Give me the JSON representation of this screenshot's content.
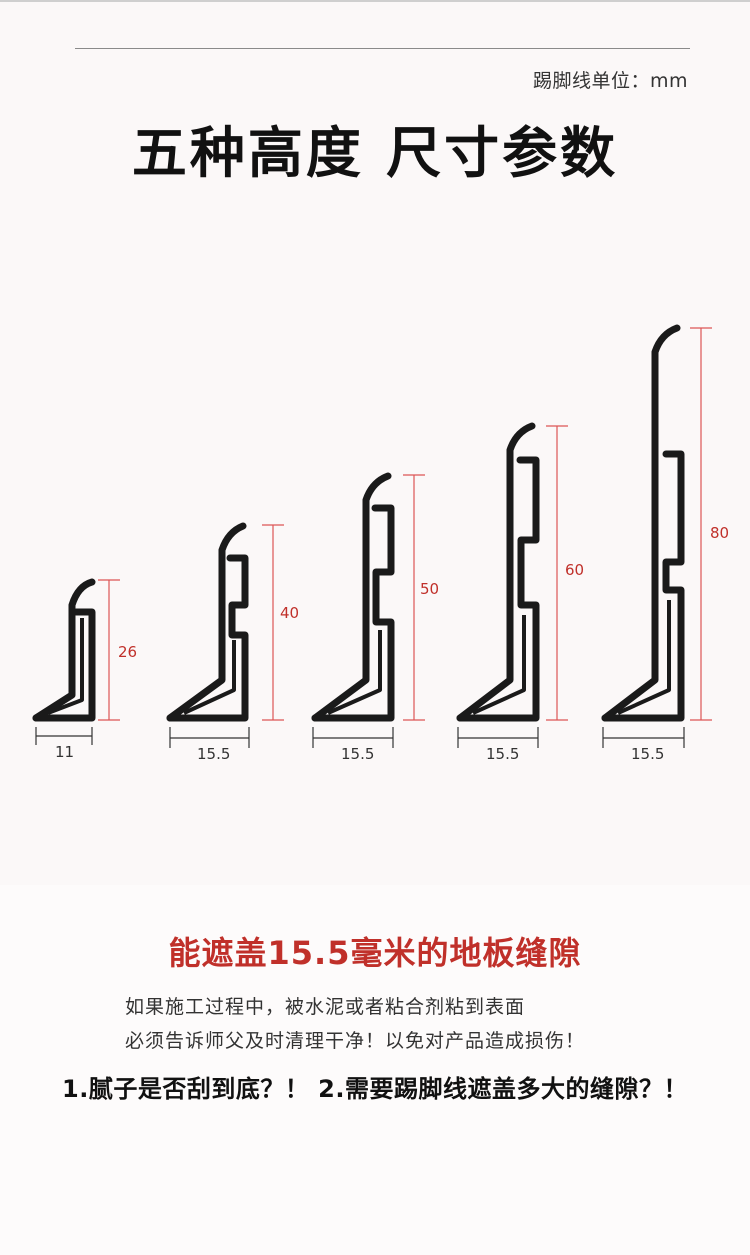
{
  "header": {
    "unit_note": "踢脚线单位：mm",
    "title": "五种高度 尺寸参数"
  },
  "profiles": [
    {
      "height": "26",
      "width": "11"
    },
    {
      "height": "40",
      "width": "15.5"
    },
    {
      "height": "50",
      "width": "15.5"
    },
    {
      "height": "60",
      "width": "15.5"
    },
    {
      "height": "80",
      "width": "15.5"
    }
  ],
  "highlight": "能遮盖15.5毫米的地板缝隙",
  "notes": {
    "line1": "如果施工过程中，被水泥或者粘合剂粘到表面",
    "line2": "必须告诉师父及时清理干净！以免对产品造成损伤！"
  },
  "questions": "1.腻子是否刮到底？！ 2.需要踢脚线遮盖多大的缝隙？！",
  "colors": {
    "accent": "#c0302a",
    "profile": "#1a1a1a",
    "background": "#fbf8f8"
  }
}
